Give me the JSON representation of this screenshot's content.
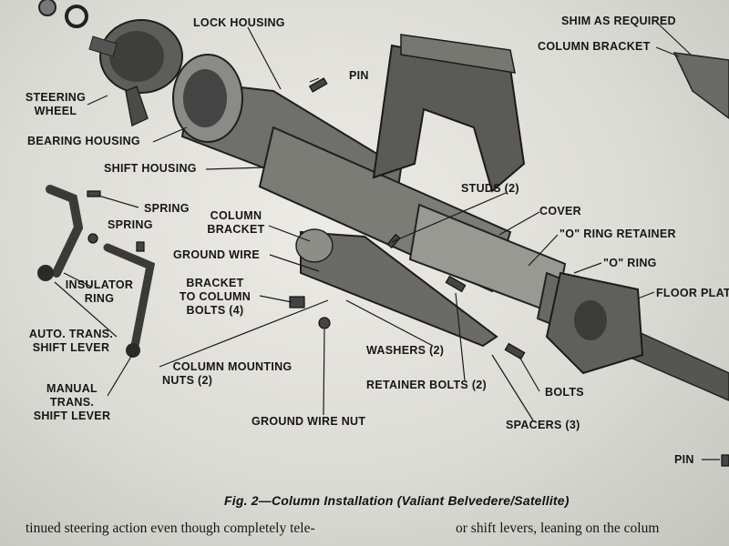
{
  "figure": {
    "caption": "Fig. 2—Column Installation (Valiant Belvedere/Satellite)"
  },
  "labels": {
    "lock_housing": "LOCK HOUSING",
    "pin_top": "PIN",
    "steering_wheel_1": "STEERING",
    "steering_wheel_2": "WHEEL",
    "bearing_housing": "BEARING HOUSING",
    "shift_housing": "SHIFT HOUSING",
    "spring_1": "SPRING",
    "spring_2": "SPRING",
    "column_bracket_1": "COLUMN",
    "column_bracket_2": "BRACKET",
    "ground_wire": "GROUND WIRE",
    "insulator_ring_1": "INSULATOR",
    "insulator_ring_2": "RING",
    "bracket_bolts_1": "BRACKET",
    "bracket_bolts_2": "TO COLUMN",
    "bracket_bolts_3": "BOLTS (4)",
    "auto_trans_1": "AUTO. TRANS.",
    "auto_trans_2": "SHIFT LEVER",
    "manual_trans_1": "MANUAL",
    "manual_trans_2": "TRANS.",
    "manual_trans_3": "SHIFT LEVER",
    "column_mounting_nuts_1": "COLUMN MOUNTING",
    "column_mounting_nuts_2": "NUTS (2)",
    "ground_wire_nut": "GROUND WIRE NUT",
    "washers": "WASHERS (2)",
    "retainer_bolts": "RETAINER BOLTS (2)",
    "studs": "STUDS (2)",
    "cover": "COVER",
    "o_ring_retainer": "\"O\" RING RETAINER",
    "o_ring": "\"O\" RING",
    "floor_plate": "FLOOR PLAT",
    "bolts": "BOLTS",
    "spacers": "SPACERS (3)",
    "pin_bottom": "PIN",
    "shim": "SHIM AS REQUIRED",
    "column_bracket_top": "COLUMN BRACKET"
  },
  "text": {
    "left": "tinued steering action even though completely tele-",
    "right": "or shift levers, leaning on the colum"
  }
}
